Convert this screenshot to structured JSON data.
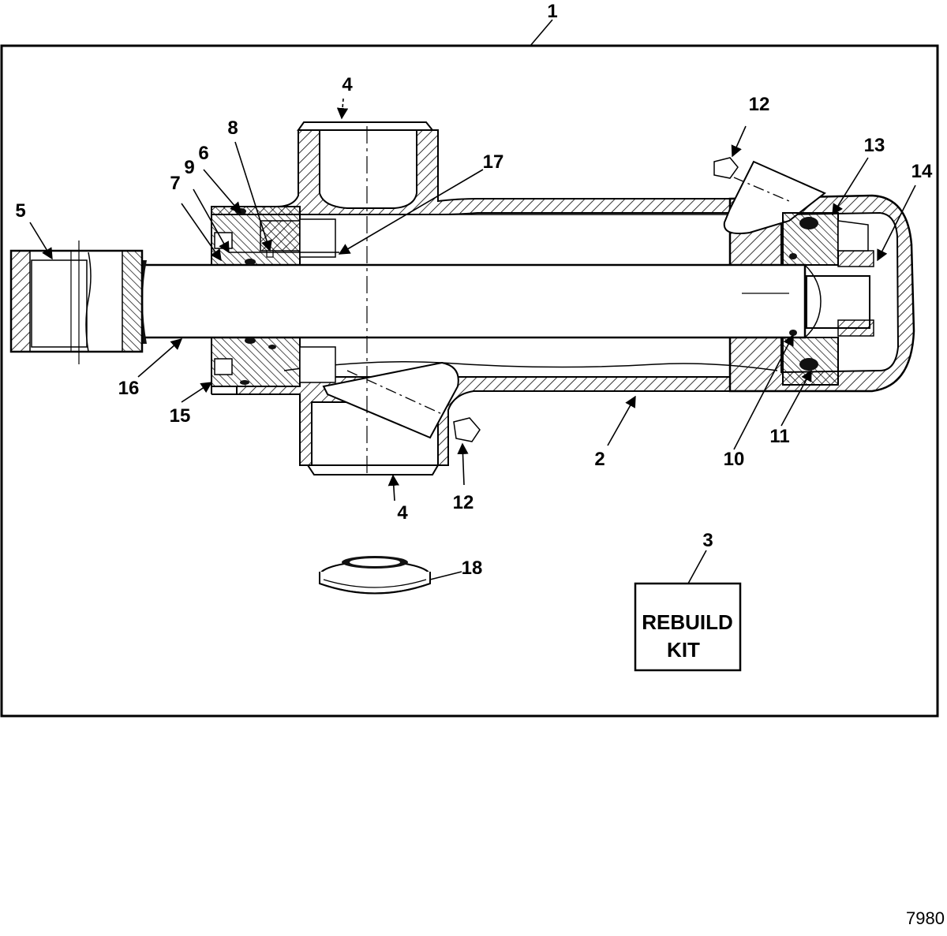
{
  "callouts": {
    "c1": "1",
    "c2": "2",
    "c3": "3",
    "c4_top": "4",
    "c4_bottom": "4",
    "c5": "5",
    "c6": "6",
    "c7": "7",
    "c8": "8",
    "c9": "9",
    "c10": "10",
    "c11": "11",
    "c12_top": "12",
    "c12_bottom": "12",
    "c13": "13",
    "c14": "14",
    "c15": "15",
    "c16": "16",
    "c17": "17",
    "c18": "18"
  },
  "rebuild_kit": {
    "line1": "REBUILD",
    "line2": "KIT"
  },
  "figure_id": "7980"
}
